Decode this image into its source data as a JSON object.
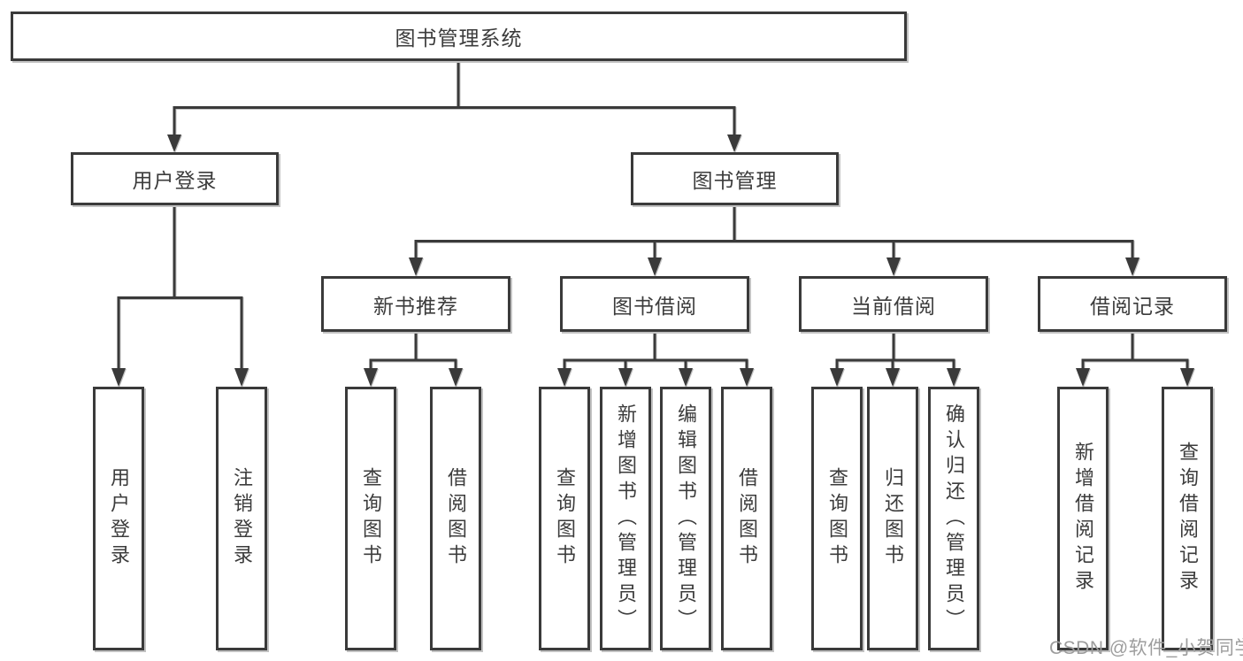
{
  "diagram": {
    "root": {
      "label": "图书管理系统",
      "children": [
        {
          "label": "用户登录",
          "children": [
            {
              "label": "用户登录"
            },
            {
              "label": "注销登录"
            }
          ]
        },
        {
          "label": "图书管理",
          "children": [
            {
              "label": "新书推荐",
              "children": [
                {
                  "label": "查询图书"
                },
                {
                  "label": "借阅图书"
                }
              ]
            },
            {
              "label": "图书借阅",
              "children": [
                {
                  "label": "查询图书"
                },
                {
                  "label": "新增图书（管理员）"
                },
                {
                  "label": "编辑图书（管理员）"
                },
                {
                  "label": "借阅图书"
                }
              ]
            },
            {
              "label": "当前借阅",
              "children": [
                {
                  "label": "查询图书"
                },
                {
                  "label": "归还图书"
                },
                {
                  "label": "确认归还（管理员）"
                }
              ]
            },
            {
              "label": "借阅记录",
              "children": [
                {
                  "label": "新增借阅记录"
                },
                {
                  "label": "查询借阅记录"
                }
              ]
            }
          ]
        }
      ]
    }
  },
  "watermark": {
    "text": "CSDN @软件_小贺同学"
  },
  "colors": {
    "line": "#3a3a3a",
    "text": "#3c3c3c",
    "box-bg": "#ffffff",
    "page-bg": "#ffffff",
    "watermark": "#9d9d9d"
  }
}
